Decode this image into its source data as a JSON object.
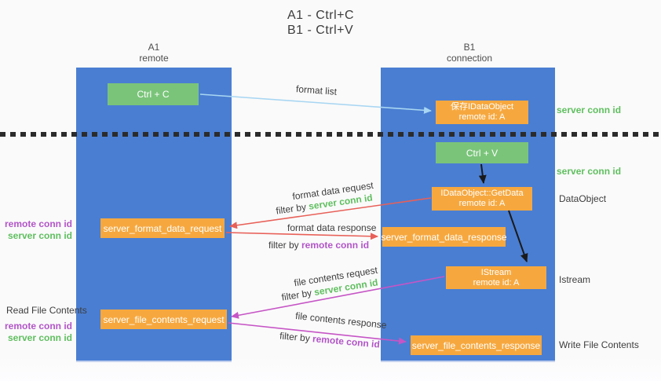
{
  "title": {
    "line1": "A1 - Ctrl+C",
    "line2": "B1 - Ctrl+V"
  },
  "columns": [
    {
      "name": "A1",
      "subtitle": "remote"
    },
    {
      "name": "B1",
      "subtitle": "connection"
    }
  ],
  "nodes": {
    "ctrl_c": "Ctrl + C",
    "ctrl_v": "Ctrl + V",
    "save_dataobject_line1": "保存IDataObject",
    "save_dataobject_line2": "remote id: A",
    "getdata_line1": "IDataObject::GetData",
    "getdata_line2": "remote id: A",
    "istream_line1": "IStream",
    "istream_line2": "remote id: A",
    "format_request": "server_format_data_request",
    "format_response": "server_format_data_response",
    "file_request": "server_file_contents_request",
    "file_response": "server_file_contents_response"
  },
  "labels": {
    "format_list": "format list",
    "format_data_request": "format data request",
    "format_data_response": "format data response",
    "file_contents_request": "file contents request",
    "file_contents_response": "file contents response",
    "filter_by": "filter by ",
    "server_conn_id": "server conn id",
    "remote_conn_id": "remote conn id",
    "dataobject": "DataObject",
    "istream": "Istream",
    "read_file_contents": "Read File Contents",
    "write_file_contents": "Write File Contents"
  },
  "colors": {
    "lifeline_blue": "#4a7ed2",
    "green_box": "#7ac47a",
    "orange_box": "#f6a83f",
    "green_text": "#5fbe5f",
    "purple_text": "#b255c8",
    "red_arrow": "#e86058",
    "magenta_arrow": "#c655c6",
    "light_blue_arrow": "#a8d6f2",
    "black_arrow": "#1a1a1a"
  }
}
